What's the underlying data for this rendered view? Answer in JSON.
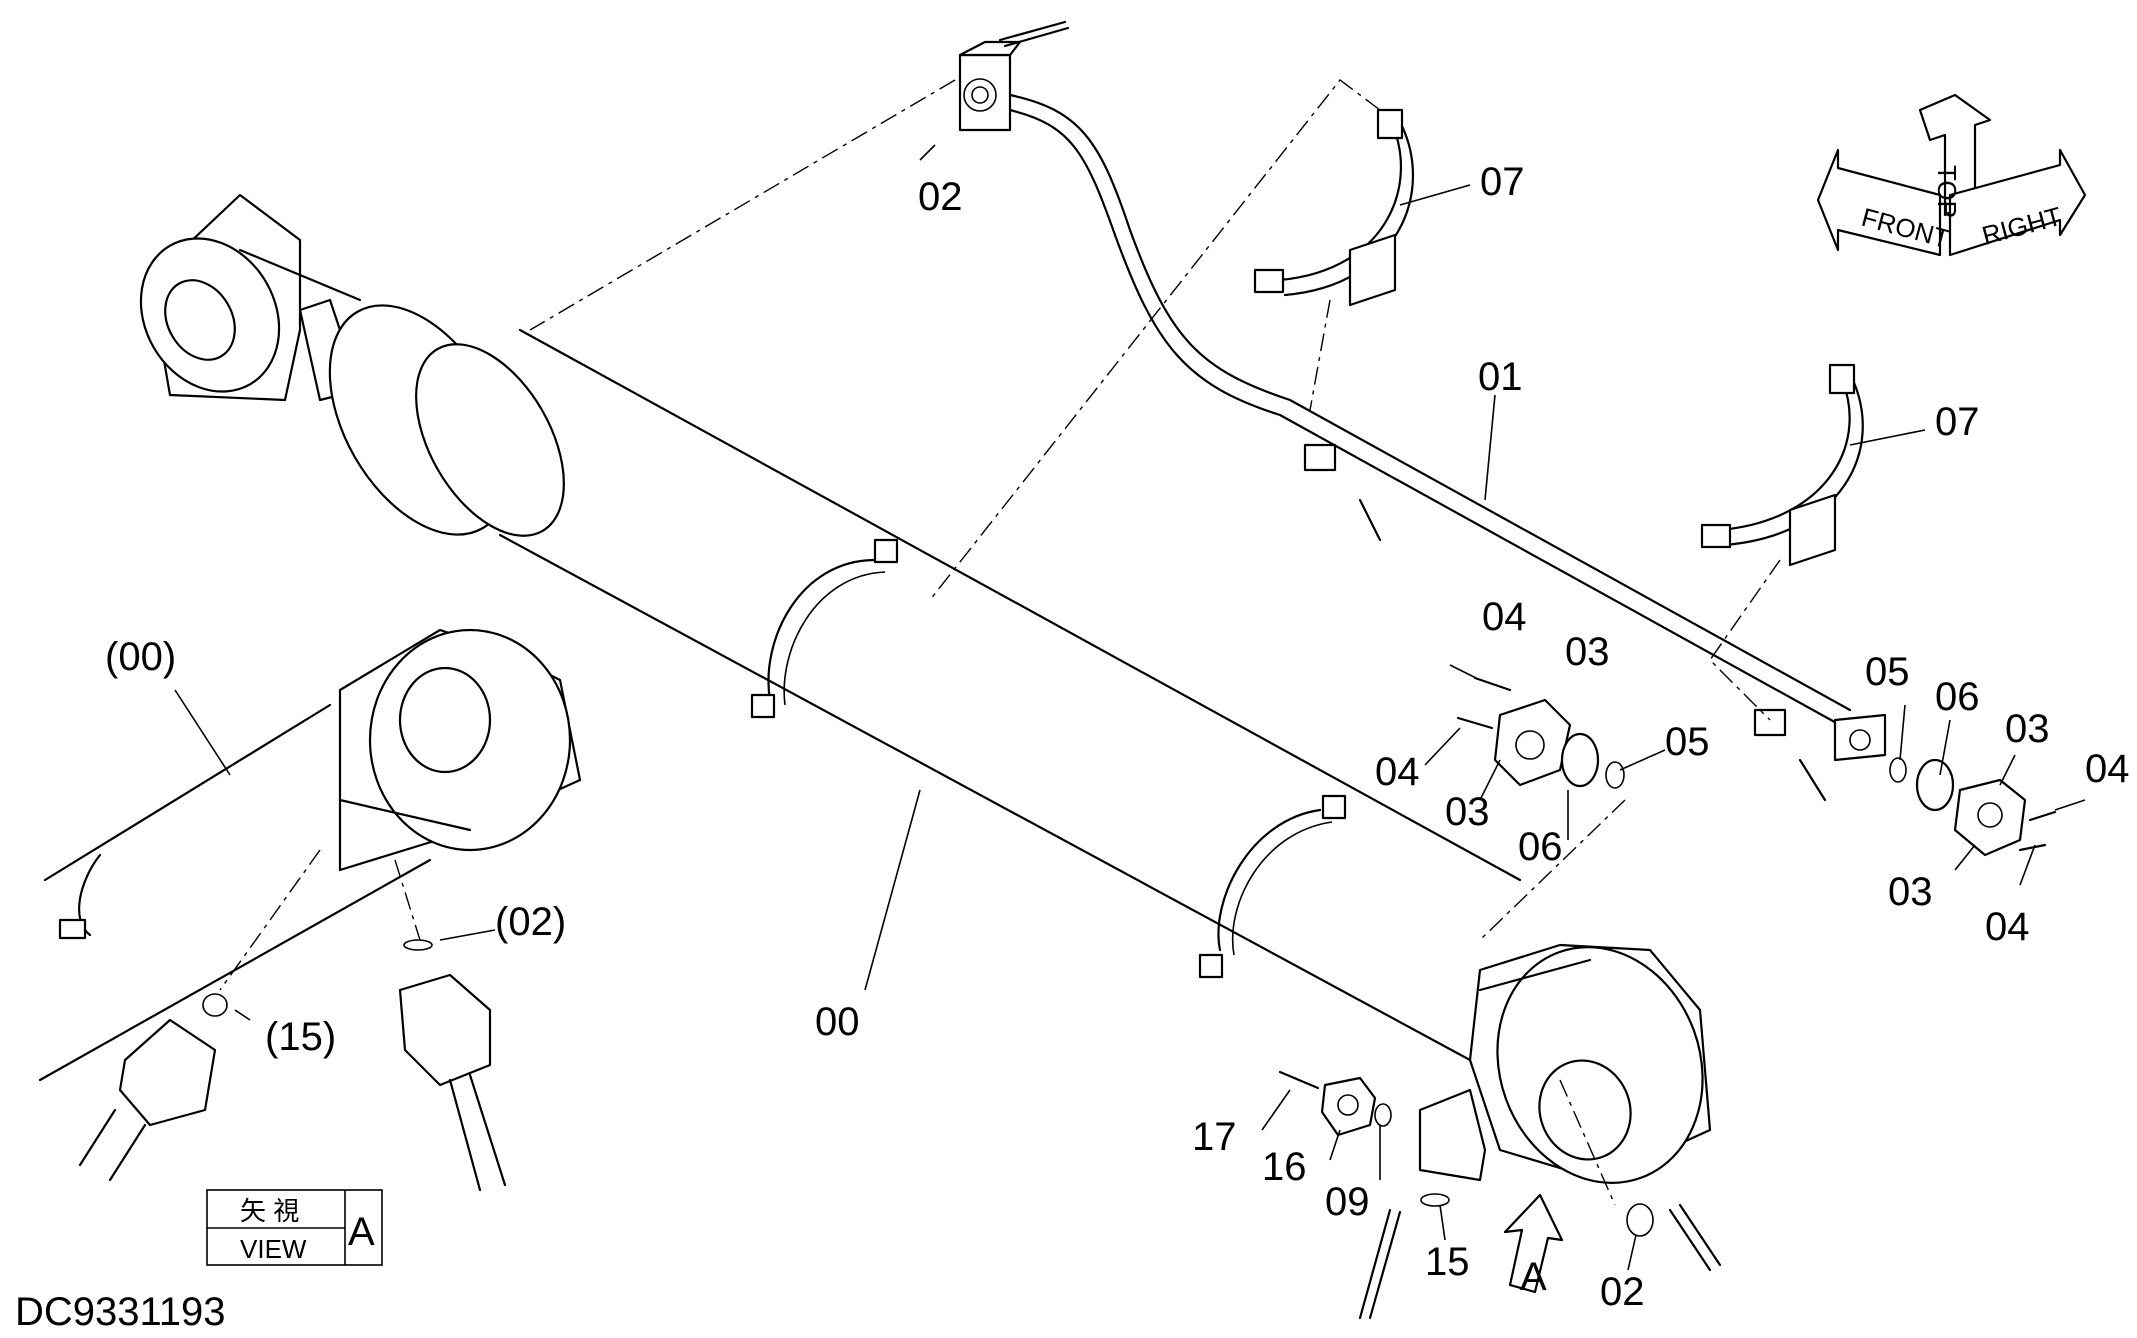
{
  "document_id": "DC9331193",
  "view_box": {
    "kanji": "矢 視",
    "word": "VIEW",
    "letter": "A"
  },
  "view_arrow_letter": "A",
  "orientation": {
    "top": "TOP",
    "front": "FRONT",
    "right": "RIGHT"
  },
  "callouts": [
    {
      "id": "c-02-top",
      "text": "02"
    },
    {
      "id": "c-07-top",
      "text": "07"
    },
    {
      "id": "c-01",
      "text": "01"
    },
    {
      "id": "c-07-mid",
      "text": "07"
    },
    {
      "id": "c-04-a",
      "text": "04"
    },
    {
      "id": "c-03-a",
      "text": "03"
    },
    {
      "id": "c-04-b",
      "text": "04"
    },
    {
      "id": "c-03-b",
      "text": "03"
    },
    {
      "id": "c-06-a",
      "text": "06"
    },
    {
      "id": "c-05-a",
      "text": "05"
    },
    {
      "id": "c-05-b",
      "text": "05"
    },
    {
      "id": "c-06-b",
      "text": "06"
    },
    {
      "id": "c-03-c",
      "text": "03"
    },
    {
      "id": "c-04-c",
      "text": "04"
    },
    {
      "id": "c-03-d",
      "text": "03"
    },
    {
      "id": "c-04-d",
      "text": "04"
    },
    {
      "id": "c-00",
      "text": "00"
    },
    {
      "id": "c-00-paren",
      "text": "(00)"
    },
    {
      "id": "c-02-paren",
      "text": "(02)"
    },
    {
      "id": "c-15-paren",
      "text": "(15)"
    },
    {
      "id": "c-17",
      "text": "17"
    },
    {
      "id": "c-16",
      "text": "16"
    },
    {
      "id": "c-09",
      "text": "09"
    },
    {
      "id": "c-15",
      "text": "15"
    },
    {
      "id": "c-02-bottom",
      "text": "02"
    }
  ]
}
